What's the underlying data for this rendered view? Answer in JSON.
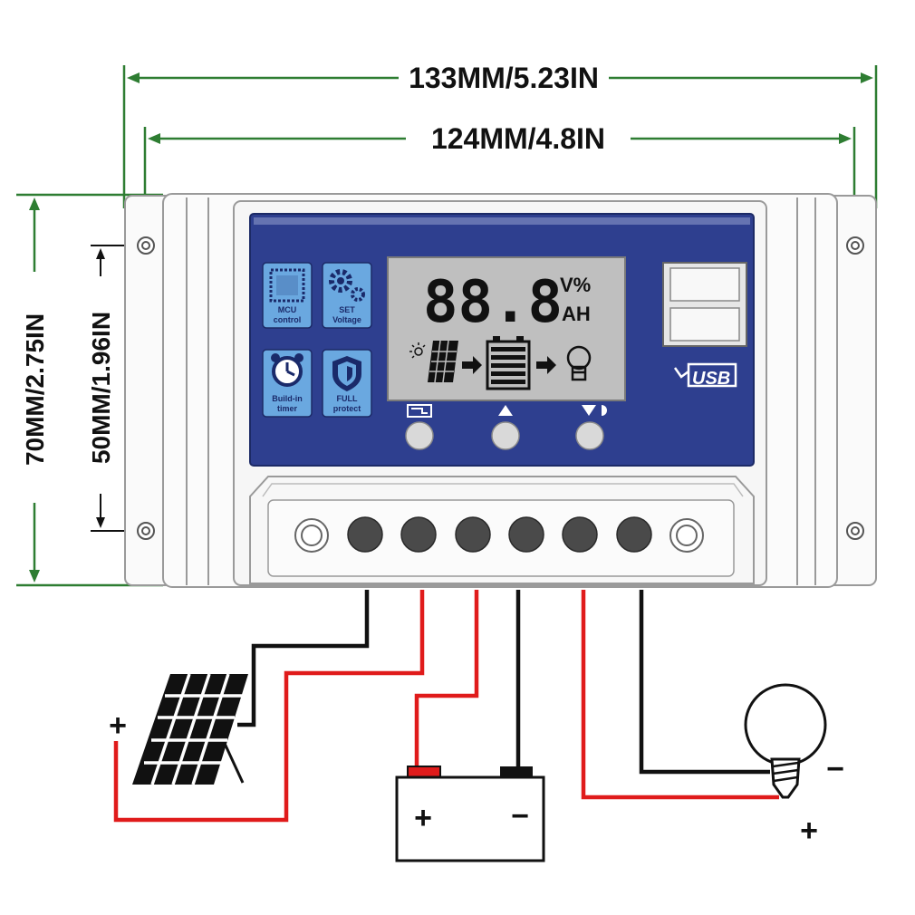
{
  "dimensions": {
    "overall_width": "133MM/5.23IN",
    "hole_spacing_width": "124MM/4.8IN",
    "overall_height": "70MM/2.75IN",
    "hole_spacing_height": "50MM/1.96IN"
  },
  "lcd": {
    "digits": "88.8",
    "unit_top": "V%",
    "unit_bottom": "AH"
  },
  "feature_icons": [
    {
      "label_line1": "MCU",
      "label_line2": "control"
    },
    {
      "label_line1": "SET",
      "label_line2": "Voltage"
    },
    {
      "label_line1": "Build-in",
      "label_line2": "timer"
    },
    {
      "label_line1": "FULL",
      "label_line2": "protect"
    }
  ],
  "usb_label": "USB",
  "signs": {
    "panel_plus": "+",
    "battery_plus": "+",
    "battery_minus": "−",
    "load_minus": "−",
    "load_plus": "+"
  },
  "colors": {
    "faceplate_blue": "#2e3f8f",
    "icon_tile_blue": "#6aa8e0",
    "lcd_grey": "#bfbfbf",
    "dimension_green": "#2e7d32",
    "wire_red": "#e01b1b",
    "wire_black": "#111111"
  }
}
